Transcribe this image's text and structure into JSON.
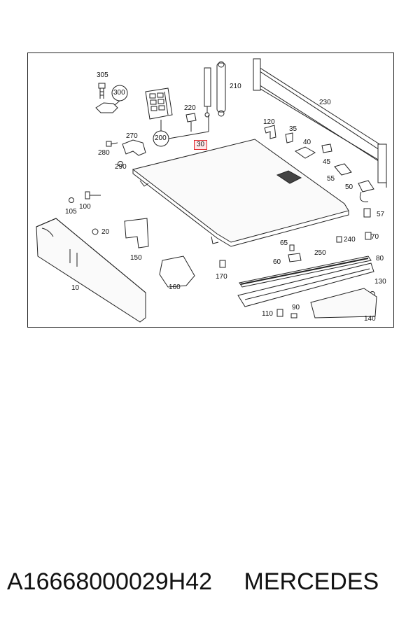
{
  "diagram": {
    "labels": [
      {
        "id": "305",
        "text": "305"
      },
      {
        "id": "300",
        "text": "300"
      },
      {
        "id": "210",
        "text": "210"
      },
      {
        "id": "230",
        "text": "230"
      },
      {
        "id": "220",
        "text": "220"
      },
      {
        "id": "120",
        "text": "120"
      },
      {
        "id": "35",
        "text": "35"
      },
      {
        "id": "40",
        "text": "40"
      },
      {
        "id": "270",
        "text": "270"
      },
      {
        "id": "200",
        "text": "200"
      },
      {
        "id": "280",
        "text": "280"
      },
      {
        "id": "290",
        "text": "290"
      },
      {
        "id": "45",
        "text": "45"
      },
      {
        "id": "55",
        "text": "55"
      },
      {
        "id": "50",
        "text": "50"
      },
      {
        "id": "105",
        "text": "105"
      },
      {
        "id": "100",
        "text": "100"
      },
      {
        "id": "57",
        "text": "57"
      },
      {
        "id": "20",
        "text": "20"
      },
      {
        "id": "70",
        "text": "70"
      },
      {
        "id": "240",
        "text": "240"
      },
      {
        "id": "65",
        "text": "65"
      },
      {
        "id": "250",
        "text": "250"
      },
      {
        "id": "150",
        "text": "150"
      },
      {
        "id": "80",
        "text": "80"
      },
      {
        "id": "60",
        "text": "60"
      },
      {
        "id": "170",
        "text": "170"
      },
      {
        "id": "10",
        "text": "10"
      },
      {
        "id": "160",
        "text": "160"
      },
      {
        "id": "130",
        "text": "130"
      },
      {
        "id": "110",
        "text": "110"
      },
      {
        "id": "90",
        "text": "90"
      },
      {
        "id": "140",
        "text": "140"
      }
    ],
    "highlighted": {
      "text": "30",
      "color": "#e0242a"
    }
  },
  "footer": {
    "part_number": "A16668000029H42",
    "brand": "MERCEDES"
  }
}
